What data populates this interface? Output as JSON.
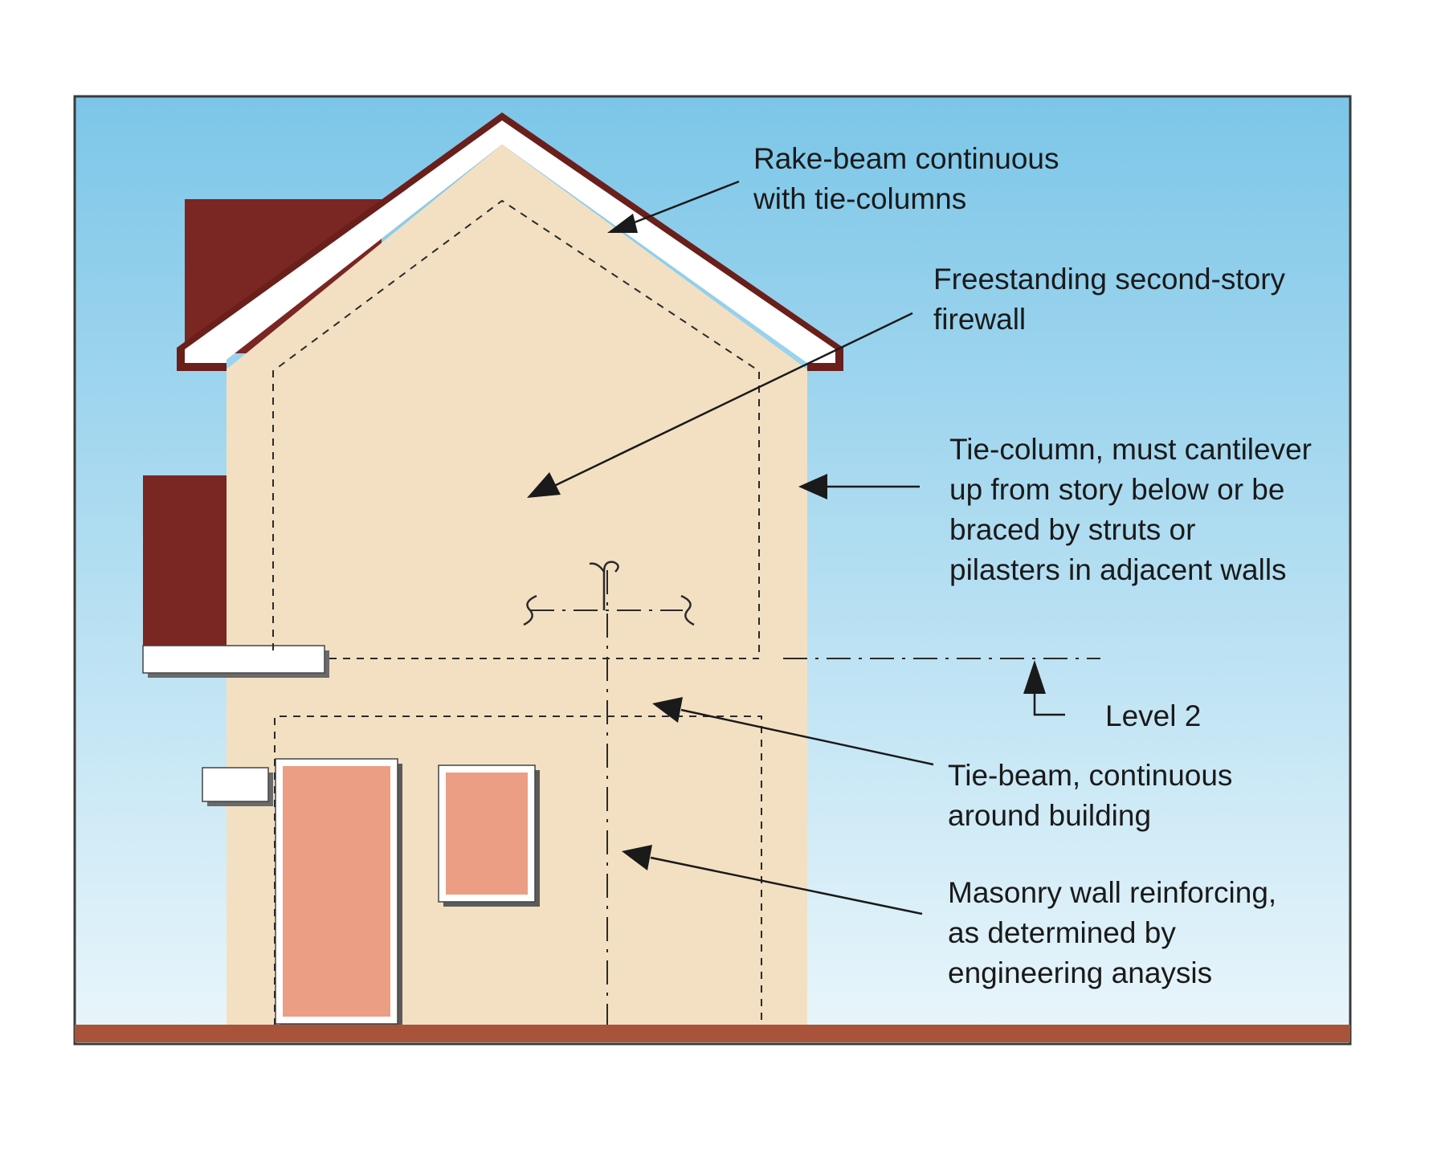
{
  "colors": {
    "sky_top": "#7cc6e8",
    "sky_bottom": "#eaf6fb",
    "wall": "#f3e0c2",
    "roof_trim": "#6a1f1a",
    "adjacent_building": "#7a2622",
    "door_window": "#eb9e83",
    "ground": "#a9533a",
    "ink": "#1a1a1a"
  },
  "labels": {
    "rake_beam": [
      "Rake-beam continuous",
      "with tie-columns"
    ],
    "firewall": [
      "Freestanding second-story",
      "firewall"
    ],
    "tie_column": [
      "Tie-column, must cantilever",
      "up from story below or be",
      "braced by struts or",
      "pilasters in adjacent walls"
    ],
    "level": [
      "Level 2"
    ],
    "tie_beam": [
      "Tie-beam, continuous",
      "around building"
    ],
    "reinforcing": [
      "Masonry wall reinforcing,",
      "as determined by",
      "engineering anaysis"
    ]
  }
}
